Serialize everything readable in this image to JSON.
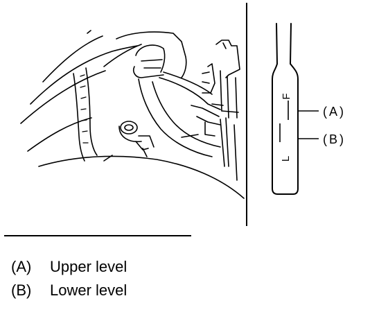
{
  "dipstick": {
    "mark_f": "F",
    "mark_l": "L",
    "callout_a": "(A)",
    "callout_b": "(B)"
  },
  "legend": [
    {
      "key": "(A)",
      "label": "Upper level"
    },
    {
      "key": "(B)",
      "label": "Lower level"
    }
  ]
}
